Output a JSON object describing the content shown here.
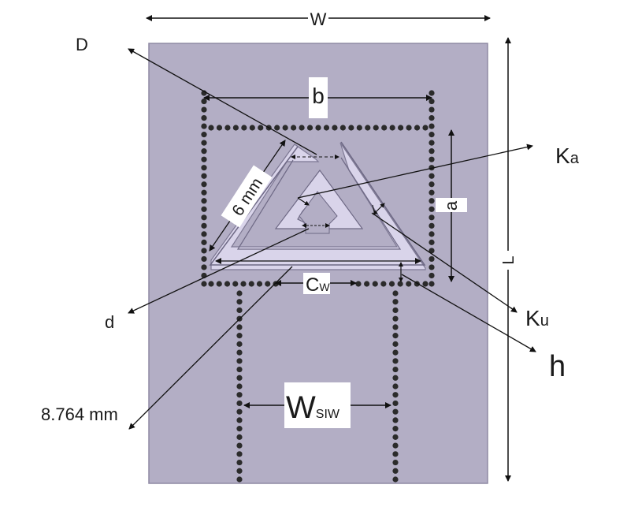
{
  "labels": {
    "W": "W",
    "L": "L",
    "D": "D",
    "b": "b",
    "a": "a",
    "Ka_main": "K",
    "Ka_sub": "a",
    "Ku_main": "K",
    "Ku_sub": "u",
    "h": "h",
    "d": "d",
    "Cw_main": "C",
    "Cw_sub": "W",
    "Wsiw_main": "W",
    "Wsiw_sub": "SIW",
    "dim_6mm": "6 mm",
    "dim_8764": "8.764 mm"
  },
  "colors": {
    "substrate": "#b3aec5",
    "substrate_edge": "#8f8aa4",
    "slot_fill": "#d9d4ea",
    "slot_edge": "#7d7893",
    "via": "#2b2b2b",
    "arrow": "#111111"
  }
}
